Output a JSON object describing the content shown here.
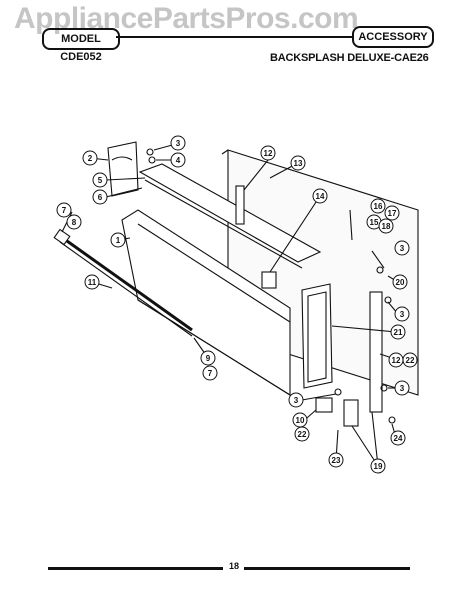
{
  "watermark": "AppliancePartsPros.com",
  "header": {
    "model": "MODEL CDE052",
    "category": "ACCESSORY",
    "subtitle": "BACKSPLASH DELUXE-CAE26"
  },
  "callouts": [
    {
      "id": "c1",
      "label": "1"
    },
    {
      "id": "c2",
      "label": "2"
    },
    {
      "id": "c3a",
      "label": "3"
    },
    {
      "id": "c3b",
      "label": "3"
    },
    {
      "id": "c3c",
      "label": "3"
    },
    {
      "id": "c3d",
      "label": "3"
    },
    {
      "id": "c3e",
      "label": "3"
    },
    {
      "id": "c4",
      "label": "4"
    },
    {
      "id": "c5",
      "label": "5"
    },
    {
      "id": "c6",
      "label": "6"
    },
    {
      "id": "c7a",
      "label": "7"
    },
    {
      "id": "c7b",
      "label": "7"
    },
    {
      "id": "c8",
      "label": "8"
    },
    {
      "id": "c9",
      "label": "9"
    },
    {
      "id": "c10",
      "label": "10"
    },
    {
      "id": "c11",
      "label": "11"
    },
    {
      "id": "c12a",
      "label": "12"
    },
    {
      "id": "c12b",
      "label": "12"
    },
    {
      "id": "c13",
      "label": "13"
    },
    {
      "id": "c14",
      "label": "14"
    },
    {
      "id": "c15",
      "label": "15"
    },
    {
      "id": "c16",
      "label": "16"
    },
    {
      "id": "c17",
      "label": "17"
    },
    {
      "id": "c18",
      "label": "18"
    },
    {
      "id": "c19",
      "label": "19"
    },
    {
      "id": "c20",
      "label": "20"
    },
    {
      "id": "c21",
      "label": "21"
    },
    {
      "id": "c22a",
      "label": "22"
    },
    {
      "id": "c22b",
      "label": "22"
    },
    {
      "id": "c23",
      "label": "23"
    },
    {
      "id": "c24",
      "label": "24"
    }
  ],
  "footer": {
    "page_number": "18"
  }
}
